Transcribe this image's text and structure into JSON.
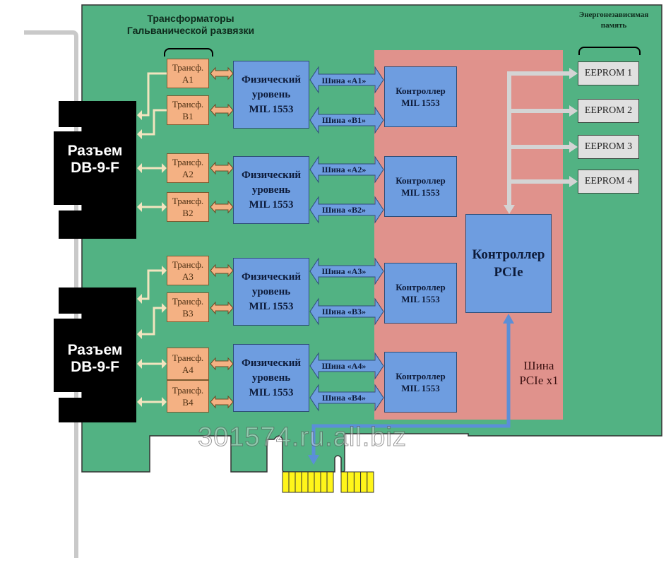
{
  "colors": {
    "board": "#52b283",
    "controller_area": "#e0928c",
    "block_blue": "#6e9de0",
    "transformer": "#f4b183",
    "eeprom": "#e0e0e0",
    "connector": "#000000",
    "gold_contacts": "#fff51a",
    "pcie_bus": "#5b8fd8",
    "eeprom_bus": "#d4d4d4",
    "cream_line": "#f2e4bf"
  },
  "labels": {
    "transformers_title_line1": "Трансформаторы",
    "transformers_title_line2": "Гальванической развязки",
    "memory_title_line1": "Энергонезависимая",
    "memory_title_line2": "память",
    "pcie_bus_line1": "Шина",
    "pcie_bus_line2": "PCIe x1",
    "watermark": "301574.ru.all.biz"
  },
  "connectors": [
    {
      "line1": "Разъем",
      "line2": "DB-9-F"
    },
    {
      "line1": "Разъем",
      "line2": "DB-9-F"
    }
  ],
  "transformers": [
    {
      "line1": "Трансф.",
      "line2": "A1"
    },
    {
      "line1": "Трансф.",
      "line2": "B1"
    },
    {
      "line1": "Трансф.",
      "line2": "A2"
    },
    {
      "line1": "Трансф.",
      "line2": "B2"
    },
    {
      "line1": "Трансф.",
      "line2": "A3"
    },
    {
      "line1": "Трансф.",
      "line2": "B3"
    },
    {
      "line1": "Трансф.",
      "line2": "A4"
    },
    {
      "line1": "Трансф.",
      "line2": "B4"
    }
  ],
  "physical_layers": [
    {
      "line1": "Физический",
      "line2": "уровень",
      "line3": "MIL 1553"
    },
    {
      "line1": "Физический",
      "line2": "уровень",
      "line3": "MIL 1553"
    },
    {
      "line1": "Физический",
      "line2": "уровень",
      "line3": "MIL 1553"
    },
    {
      "line1": "Физический",
      "line2": "уровень",
      "line3": "MIL 1553"
    }
  ],
  "buses": [
    "Шина «A1»",
    "Шина «B1»",
    "Шина «A2»",
    "Шина «B2»",
    "Шина «A3»",
    "Шина «B3»",
    "Шина «A4»",
    "Шина «B4»"
  ],
  "mil_controllers": [
    {
      "line1": "Контроллер",
      "line2": "MIL 1553"
    },
    {
      "line1": "Контроллер",
      "line2": "MIL 1553"
    },
    {
      "line1": "Контроллер",
      "line2": "MIL 1553"
    },
    {
      "line1": "Контроллер",
      "line2": "MIL 1553"
    }
  ],
  "pcie_controller": {
    "line1": "Контроллер",
    "line2": "PCIe"
  },
  "eeproms": [
    "EEPROM 1",
    "EEPROM 2",
    "EEPROM 3",
    "EEPROM 4"
  ]
}
